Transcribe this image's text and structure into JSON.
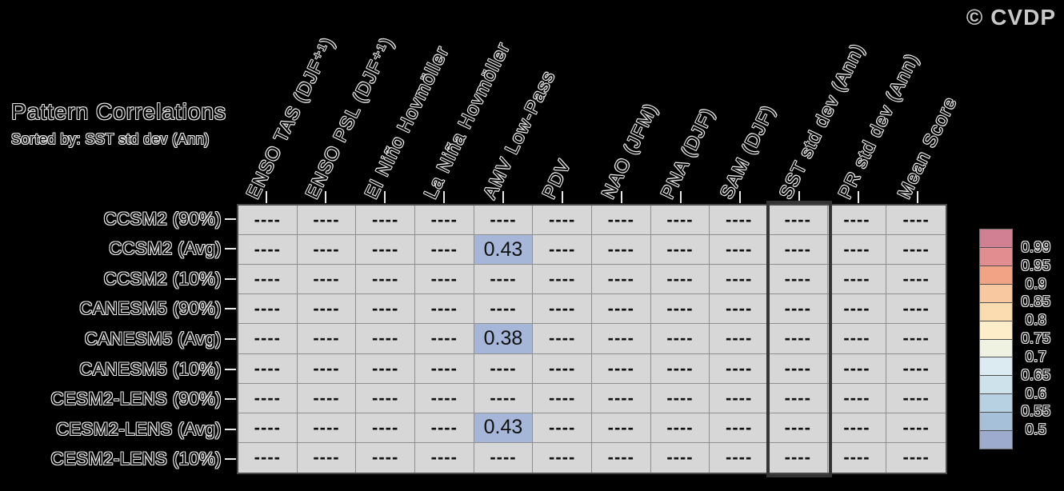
{
  "copyright": "© CVDP",
  "title": "Pattern Correlations",
  "subtitle": "Sorted by: SST std dev (Ann)",
  "chart_data": {
    "type": "heatmap",
    "title": "Pattern Correlations",
    "sorted_by": "SST std dev (Ann)",
    "missing_marker": "----",
    "columns": [
      "ENSO TAS (DJF⁺¹)",
      "ENSO PSL (DJF⁺¹)",
      "El Niño Hovmöller",
      "La Niña Hovmöller",
      "AMV Low-Pass",
      "PDV",
      "NAO (JFM)",
      "PNA (DJF)",
      "SAM (DJF)",
      "SST std dev (Ann)",
      "PR std dev (Ann)",
      "Mean Score"
    ],
    "sort_column_index": 9,
    "rows": [
      "CCSM2 (90%)",
      "CCSM2 (Avg)",
      "CCSM2 (10%)",
      "CANESM5 (90%)",
      "CANESM5 (Avg)",
      "CANESM5 (10%)",
      "CESM2-LENS (90%)",
      "CESM2-LENS (Avg)",
      "CESM2-LENS (10%)"
    ],
    "values": [
      [
        "----",
        "----",
        "----",
        "----",
        "----",
        "----",
        "----",
        "----",
        "----",
        "----",
        "----",
        "----"
      ],
      [
        "----",
        "----",
        "----",
        "----",
        0.43,
        "----",
        "----",
        "----",
        "----",
        "----",
        "----",
        "----"
      ],
      [
        "----",
        "----",
        "----",
        "----",
        "----",
        "----",
        "----",
        "----",
        "----",
        "----",
        "----",
        "----"
      ],
      [
        "----",
        "----",
        "----",
        "----",
        "----",
        "----",
        "----",
        "----",
        "----",
        "----",
        "----",
        "----"
      ],
      [
        "----",
        "----",
        "----",
        "----",
        0.38,
        "----",
        "----",
        "----",
        "----",
        "----",
        "----",
        "----"
      ],
      [
        "----",
        "----",
        "----",
        "----",
        "----",
        "----",
        "----",
        "----",
        "----",
        "----",
        "----",
        "----"
      ],
      [
        "----",
        "----",
        "----",
        "----",
        "----",
        "----",
        "----",
        "----",
        "----",
        "----",
        "----",
        "----"
      ],
      [
        "----",
        "----",
        "----",
        "----",
        0.43,
        "----",
        "----",
        "----",
        "----",
        "----",
        "----",
        "----"
      ],
      [
        "----",
        "----",
        "----",
        "----",
        "----",
        "----",
        "----",
        "----",
        "----",
        "----",
        "----",
        "----"
      ]
    ],
    "colorbar": {
      "position": "right",
      "tick_labels": [
        "0.99",
        "0.95",
        "0.9",
        "0.85",
        "0.8",
        "0.75",
        "0.7",
        "0.65",
        "0.6",
        "0.55",
        "0.5"
      ],
      "colors": [
        "#d08092",
        "#e28e90",
        "#f2a285",
        "#f8c8a0",
        "#fbdcb1",
        "#fdedc8",
        "#f0f2e1",
        "#dcebf2",
        "#cee2ec",
        "#b7d1e3",
        "#a6c0da",
        "#9cabce"
      ]
    },
    "colors": {
      "background": "#000000",
      "empty_cell": "#d7d7d7",
      "value_cell": "#a6b6d8",
      "sort_column_border": "#343434"
    }
  }
}
